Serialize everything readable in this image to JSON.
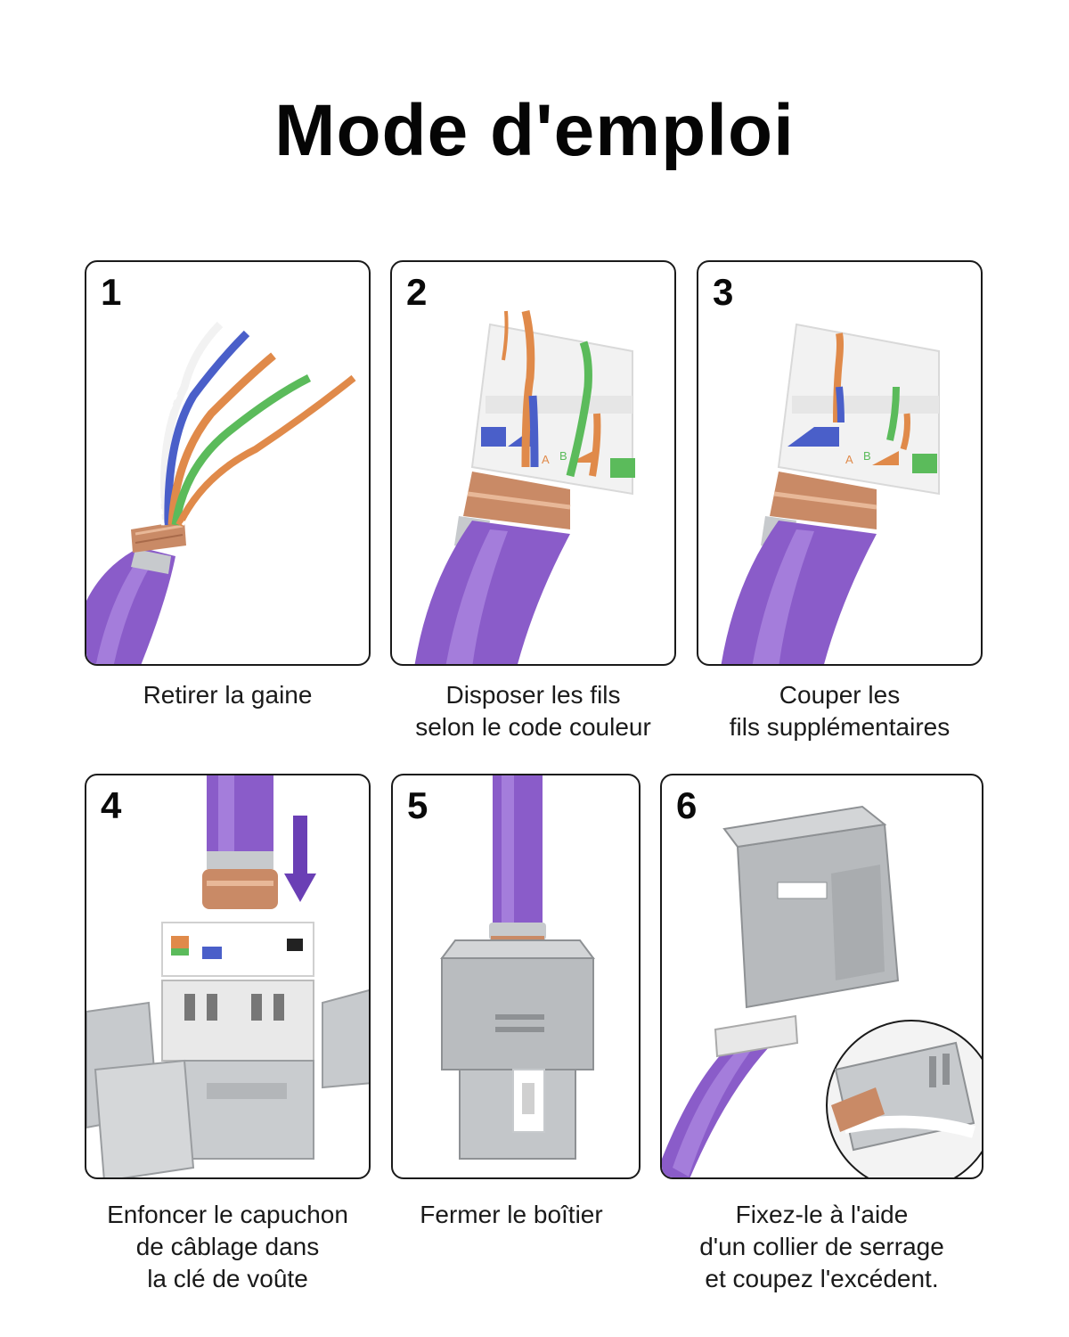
{
  "title": "Mode d'emploi",
  "steps": [
    {
      "number": "1",
      "caption": [
        "Retirer la gaine"
      ]
    },
    {
      "number": "2",
      "caption": [
        "Disposer les fils",
        "selon le code couleur"
      ]
    },
    {
      "number": "3",
      "caption": [
        "Couper les",
        "fils supplémentaires"
      ]
    },
    {
      "number": "4",
      "caption": [
        "Enfoncer le capuchon",
        "de câblage dans",
        "la clé de voûte"
      ]
    },
    {
      "number": "5",
      "caption": [
        "Fermer le boîtier"
      ]
    },
    {
      "number": "6",
      "caption": [
        "Fixez-le à l'aide",
        "d'un collier de serrage",
        "et coupez l'excédent."
      ]
    }
  ],
  "labels": {
    "a": "A",
    "b": "B"
  },
  "colors": {
    "cable": "#8a5cc9",
    "copper": "#c98a66",
    "silver": "#c7cacd",
    "wire_blue": "#4a5fc9",
    "wire_orange": "#e08a4a",
    "wire_green": "#5bbb5b",
    "arrow": "#6a3fb5"
  }
}
